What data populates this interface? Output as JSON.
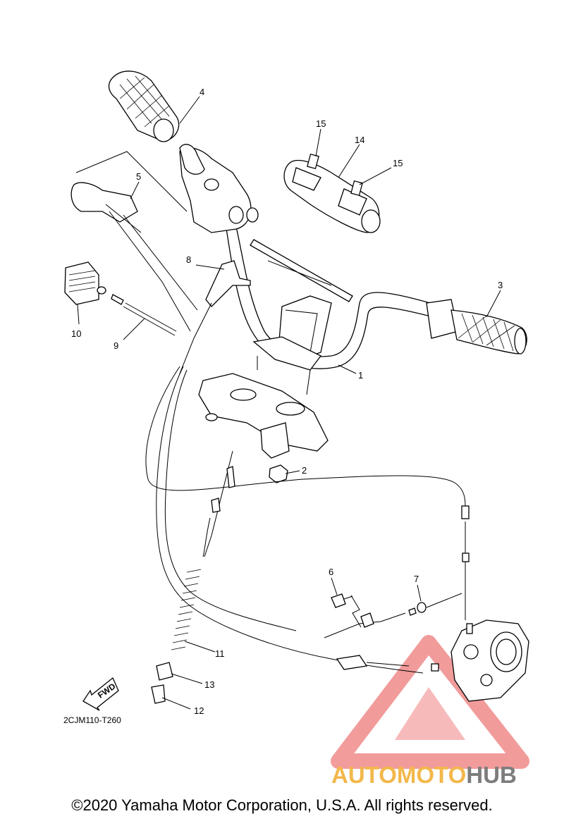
{
  "diagram": {
    "drawing_code": "2CJM110-T260",
    "fwd_label": "FWD",
    "callouts": [
      {
        "id": "1",
        "label": "1"
      },
      {
        "id": "2",
        "label": "2"
      },
      {
        "id": "3",
        "label": "3"
      },
      {
        "id": "4",
        "label": "4"
      },
      {
        "id": "5",
        "label": "5"
      },
      {
        "id": "6",
        "label": "6"
      },
      {
        "id": "7",
        "label": "7"
      },
      {
        "id": "8",
        "label": "8"
      },
      {
        "id": "9",
        "label": "9"
      },
      {
        "id": "10",
        "label": "10"
      },
      {
        "id": "11",
        "label": "11"
      },
      {
        "id": "12",
        "label": "12"
      },
      {
        "id": "13",
        "label": "13"
      },
      {
        "id": "14",
        "label": "14"
      },
      {
        "id": "15a",
        "label": "15"
      },
      {
        "id": "15b",
        "label": "15"
      }
    ]
  },
  "watermark": {
    "part1": "AUTOMOTO",
    "part2": "HUB",
    "color_primary": "#f2b84b",
    "color_secondary": "#7d7d7d",
    "triangle_color": "#e84b4b"
  },
  "footer": {
    "copyright": "©2020 Yamaha Motor Corporation, U.S.A. All rights reserved."
  }
}
